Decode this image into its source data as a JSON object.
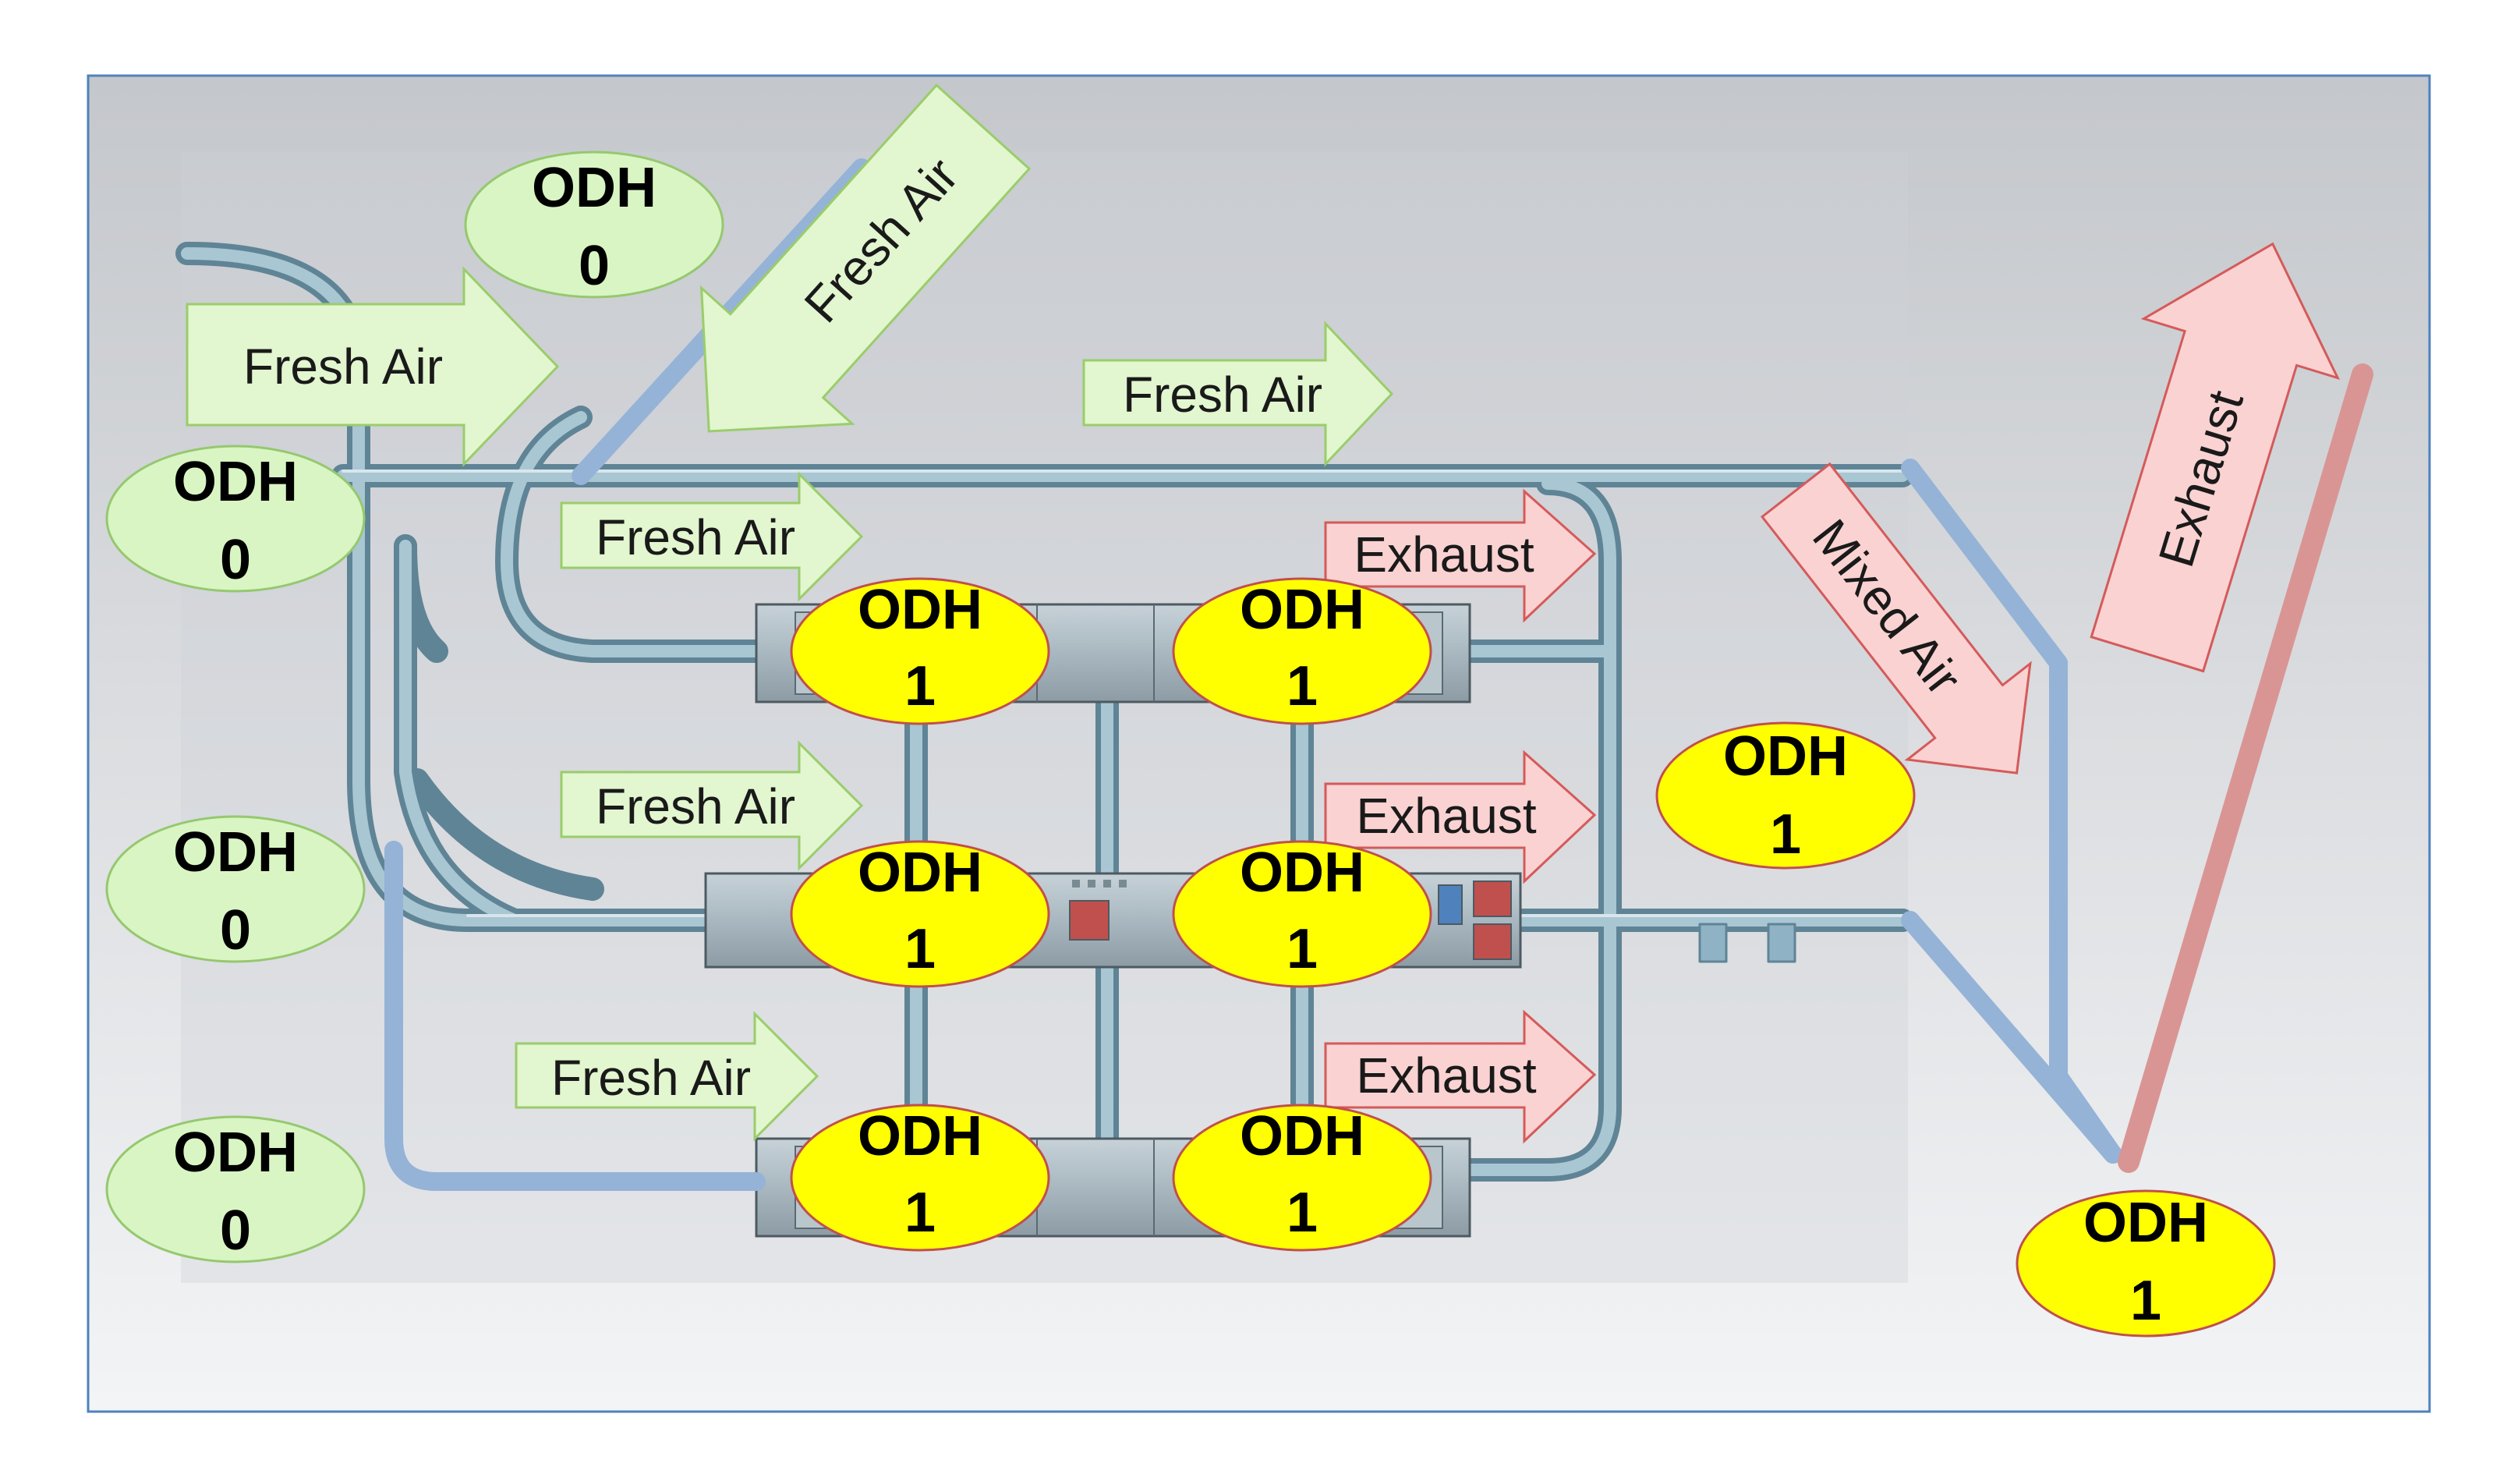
{
  "labels": {
    "fresh_air": "Fresh Air",
    "exhaust": "Exhaust",
    "mixed_air": "Mixed Air"
  },
  "odh_badges": [
    {
      "id": "top-left-upper",
      "line1": "ODH",
      "line2": "0",
      "zone": "fresh"
    },
    {
      "id": "left-1",
      "line1": "ODH",
      "line2": "0",
      "zone": "fresh"
    },
    {
      "id": "left-2",
      "line1": "ODH",
      "line2": "0",
      "zone": "fresh"
    },
    {
      "id": "left-3",
      "line1": "ODH",
      "line2": "0",
      "zone": "fresh"
    },
    {
      "id": "row1-left",
      "line1": "ODH",
      "line2": "1",
      "zone": "odh"
    },
    {
      "id": "row1-right",
      "line1": "ODH",
      "line2": "1",
      "zone": "odh"
    },
    {
      "id": "row2-left",
      "line1": "ODH",
      "line2": "1",
      "zone": "odh"
    },
    {
      "id": "row2-right",
      "line1": "ODH",
      "line2": "1",
      "zone": "odh"
    },
    {
      "id": "row3-left",
      "line1": "ODH",
      "line2": "1",
      "zone": "odh"
    },
    {
      "id": "row3-right",
      "line1": "ODH",
      "line2": "1",
      "zone": "odh"
    },
    {
      "id": "mixed-zone",
      "line1": "ODH",
      "line2": "1",
      "zone": "odh"
    },
    {
      "id": "far-right",
      "line1": "ODH",
      "line2": "1",
      "zone": "odh"
    }
  ],
  "colors": {
    "fresh_fill": "#e2f6cf",
    "fresh_stroke": "#9acd6a",
    "exhaust_fill": "#fad2d2",
    "exhaust_stroke": "#d55a5a",
    "odh0_fill": "#d9f5c3",
    "odh0_stroke": "#95c86f",
    "odh1_fill": "#ffff00",
    "odh1_stroke": "#c0504d",
    "duct_blue": "#95b3d7",
    "duct_red": "#d99594",
    "pipe": "#8fb3c4",
    "frame": "#4f81bd"
  }
}
